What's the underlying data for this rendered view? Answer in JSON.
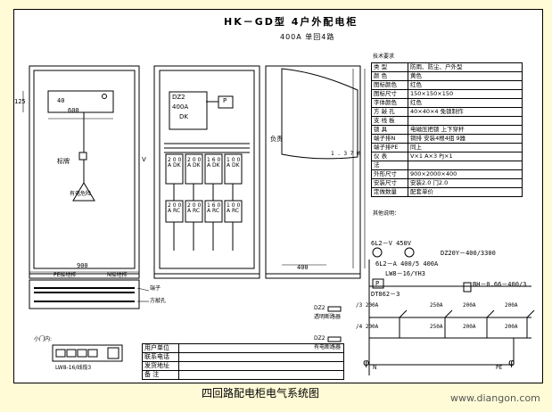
{
  "title": "HK－GD型 4户外配电柜",
  "subtitle": "400A 单回4路",
  "caption": "四回路配电柜电气系统图",
  "watermark": "www.diangon.com",
  "front_view": {
    "dim_125": "125",
    "dim_40": "40",
    "dim_600": "600",
    "dim_900": "900",
    "label_logo": "标牌",
    "label_danger": "有电危险",
    "label_v": "V"
  },
  "inner_view": {
    "dz20": "DZ2",
    "dz20_rating": "400A",
    "dz20_dk": "DK",
    "dz20_p": "P",
    "breakers": [
      "2 0 0 A DK",
      "2 0 0 A DK",
      "1 6 0 A DK",
      "1 0 0 A DK"
    ],
    "rc_fuses": [
      "2 0 0 A RC",
      "2 0 0 A RC",
      "1 6 0 A RC",
      "1 0 0 A RC"
    ],
    "dim_1370": "1 . 3 7 M"
  },
  "side_view": {
    "label_door": "负责",
    "dim_400": "400"
  },
  "bottom_view": {
    "pe_bar": "PE接地排",
    "n_bar": "N接地排",
    "terminal": "端子",
    "knock_hole": "方敲孔",
    "window_label": "小门内:",
    "meter_label": "LW8-16/线缆3"
  },
  "info_table": {
    "rows": [
      [
        "用户单位",
        ""
      ],
      [
        "联系电话",
        ""
      ],
      [
        "发货地址",
        ""
      ],
      [
        "备    注",
        ""
      ]
    ]
  },
  "spec": {
    "header": "技术要求",
    "rows": [
      [
        "类    型",
        "防雨、防尘、户外型"
      ],
      [
        "颜    色",
        "黄色"
      ],
      [
        "图标颜色",
        "红色"
      ],
      [
        "图标尺寸",
        "150×150×150"
      ],
      [
        "字体颜色",
        "红色"
      ],
      [
        "方 敲 孔",
        "40×40×4  免锁制作"
      ],
      [
        "支 线 板",
        ""
      ],
      [
        "锁    具",
        "电磁压把锁 上下穿杆"
      ],
      [
        "端子排N",
        "铜排 安装4根4组 9器"
      ],
      [
        "端子排PE",
        "同上"
      ],
      [
        "仪    表",
        "V×1  A×3  PJ×1"
      ],
      [
        "    法",
        ""
      ],
      [
        "外形尺寸",
        "900×2000×400"
      ],
      [
        "安装尺寸",
        "安装2.0  门2.0"
      ],
      [
        "定做数量",
        "配套单价"
      ]
    ],
    "extra": "其他说明："
  },
  "schematic": {
    "meter_v": "6L2－V  450V",
    "ct": "DZ20Y－400/3300",
    "meter_a": "6L2－A 400/5 400A",
    "switch": "LW8－16/YH3",
    "p_label": "P",
    "arrester": "DT862－3",
    "arrester_spec": "BH－0.66－400/3",
    "branch_top": [
      "/3 200A",
      "250A",
      "200A",
      "200A"
    ],
    "branch_bot": [
      "/4 200A",
      "250A",
      "200A",
      "200A"
    ],
    "legend1_code": "DZ2",
    "legend1_text": "透明断路器",
    "legend2_code": "DZ2",
    "legend2_text": "有电断路器",
    "n_label": "N",
    "pe_label": "PE",
    "phi": "φ"
  }
}
